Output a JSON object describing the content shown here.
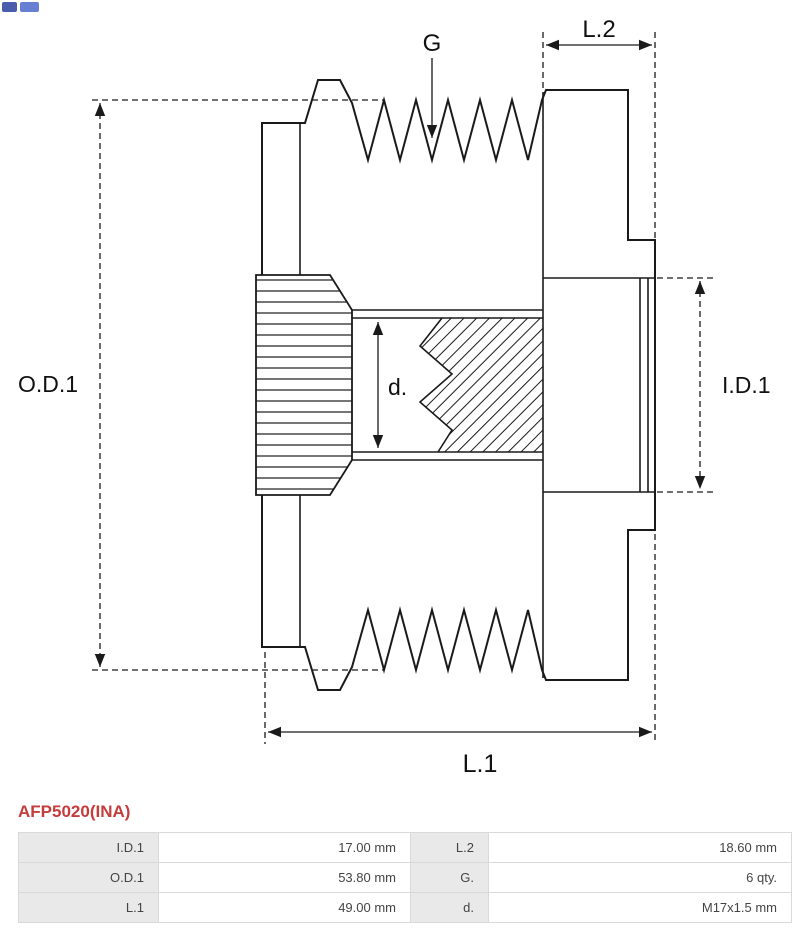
{
  "logo": {
    "name": "as-pl-brand-logo"
  },
  "diagram": {
    "title": "overrunning-alternator-pulley-cross-section",
    "labels": {
      "od1": "O.D.1",
      "id1": "I.D.1",
      "l1": "L.1",
      "l2": "L.2",
      "g": "G",
      "d": "d."
    }
  },
  "product": {
    "code": "AFP5020(INA)"
  },
  "spec_table": {
    "rows": [
      [
        "I.D.1",
        "17.00 mm",
        "L.2",
        "18.60 mm"
      ],
      [
        "O.D.1",
        "53.80 mm",
        "G.",
        "6 qty."
      ],
      [
        "L.1",
        "49.00 mm",
        "d.",
        "M17x1.5 mm"
      ]
    ]
  },
  "colors": {
    "line": "#1a1a1a",
    "product_code_red": "#c43c3c",
    "table_label_bg": "#e9e9e9",
    "table_border": "#d9d9d9"
  }
}
